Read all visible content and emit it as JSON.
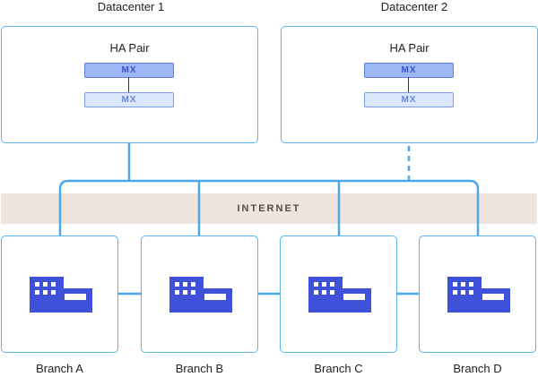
{
  "datacenters": [
    {
      "title": "Datacenter 1",
      "ha_label": "HA Pair",
      "mx_primary": "MX",
      "mx_secondary": "MX"
    },
    {
      "title": "Datacenter 2",
      "ha_label": "HA Pair",
      "mx_primary": "MX",
      "mx_secondary": "MX"
    }
  ],
  "internet": {
    "label": "INTERNET"
  },
  "branches": [
    {
      "name": "Branch A",
      "icon": "building-icon"
    },
    {
      "name": "Branch B",
      "icon": "building-icon"
    },
    {
      "name": "Branch C",
      "icon": "building-icon"
    },
    {
      "name": "Branch D",
      "icon": "building-icon"
    }
  ],
  "links": {
    "datacenter_1": "solid",
    "datacenter_2": "dashed"
  },
  "colors": {
    "link": "#4aa8e8",
    "box_border": "#5bb4ec",
    "internet_band": "#f0e4df",
    "building": "#3f51d9"
  }
}
